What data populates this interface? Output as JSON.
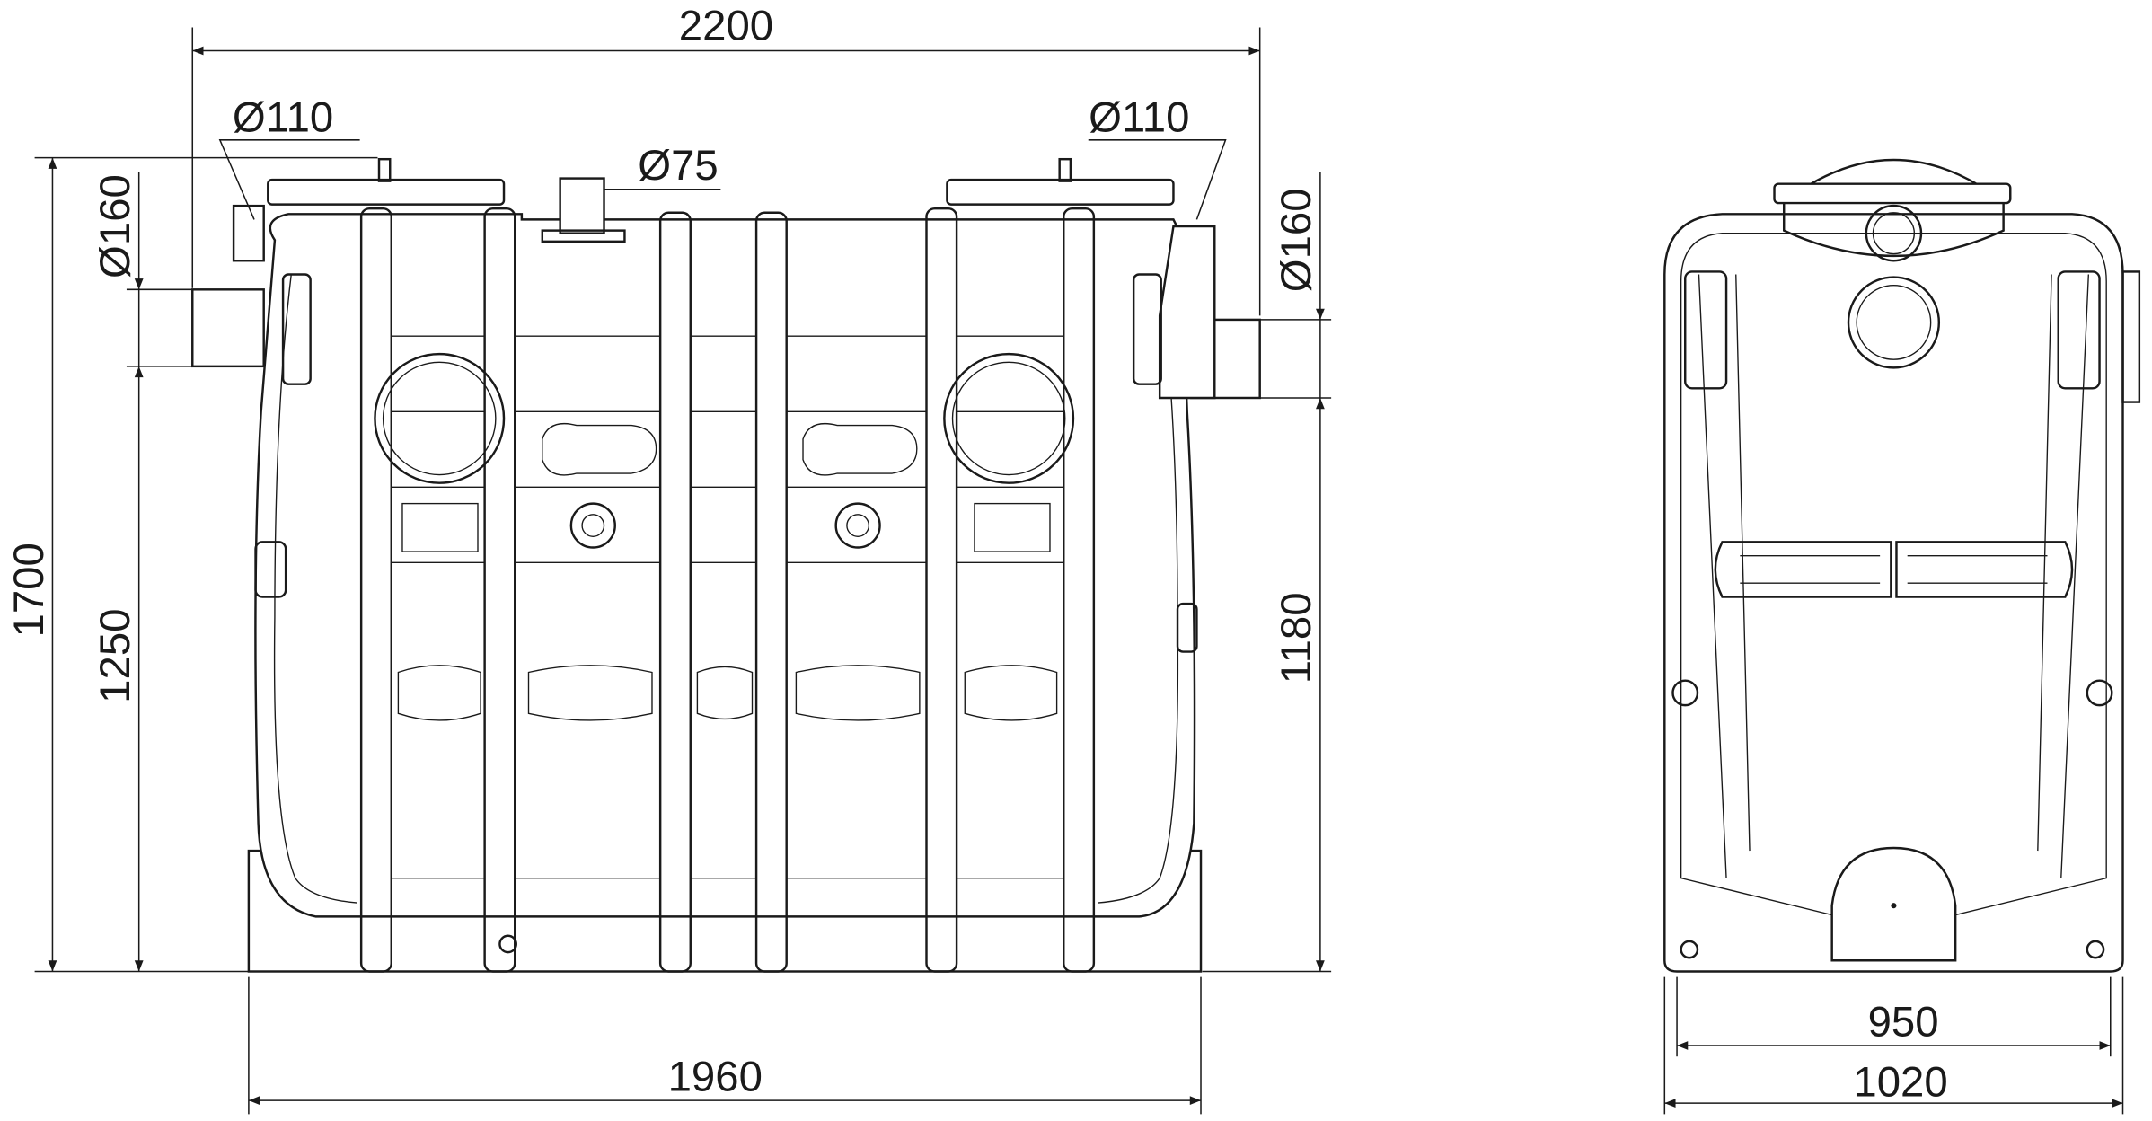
{
  "drawing": {
    "front_view": {
      "overall_length": "2200",
      "base_length": "1960",
      "height_total": "1700",
      "inlet_height": "1250",
      "outlet_height": "1180",
      "inlet_pipe_diameter": "Ø160",
      "outlet_pipe_diameter": "Ø160",
      "vent_left_diameter": "Ø110",
      "vent_right_diameter": "Ø110",
      "center_port_diameter": "Ø75"
    },
    "side_view": {
      "inner_width": "950",
      "outer_width": "1020"
    }
  }
}
